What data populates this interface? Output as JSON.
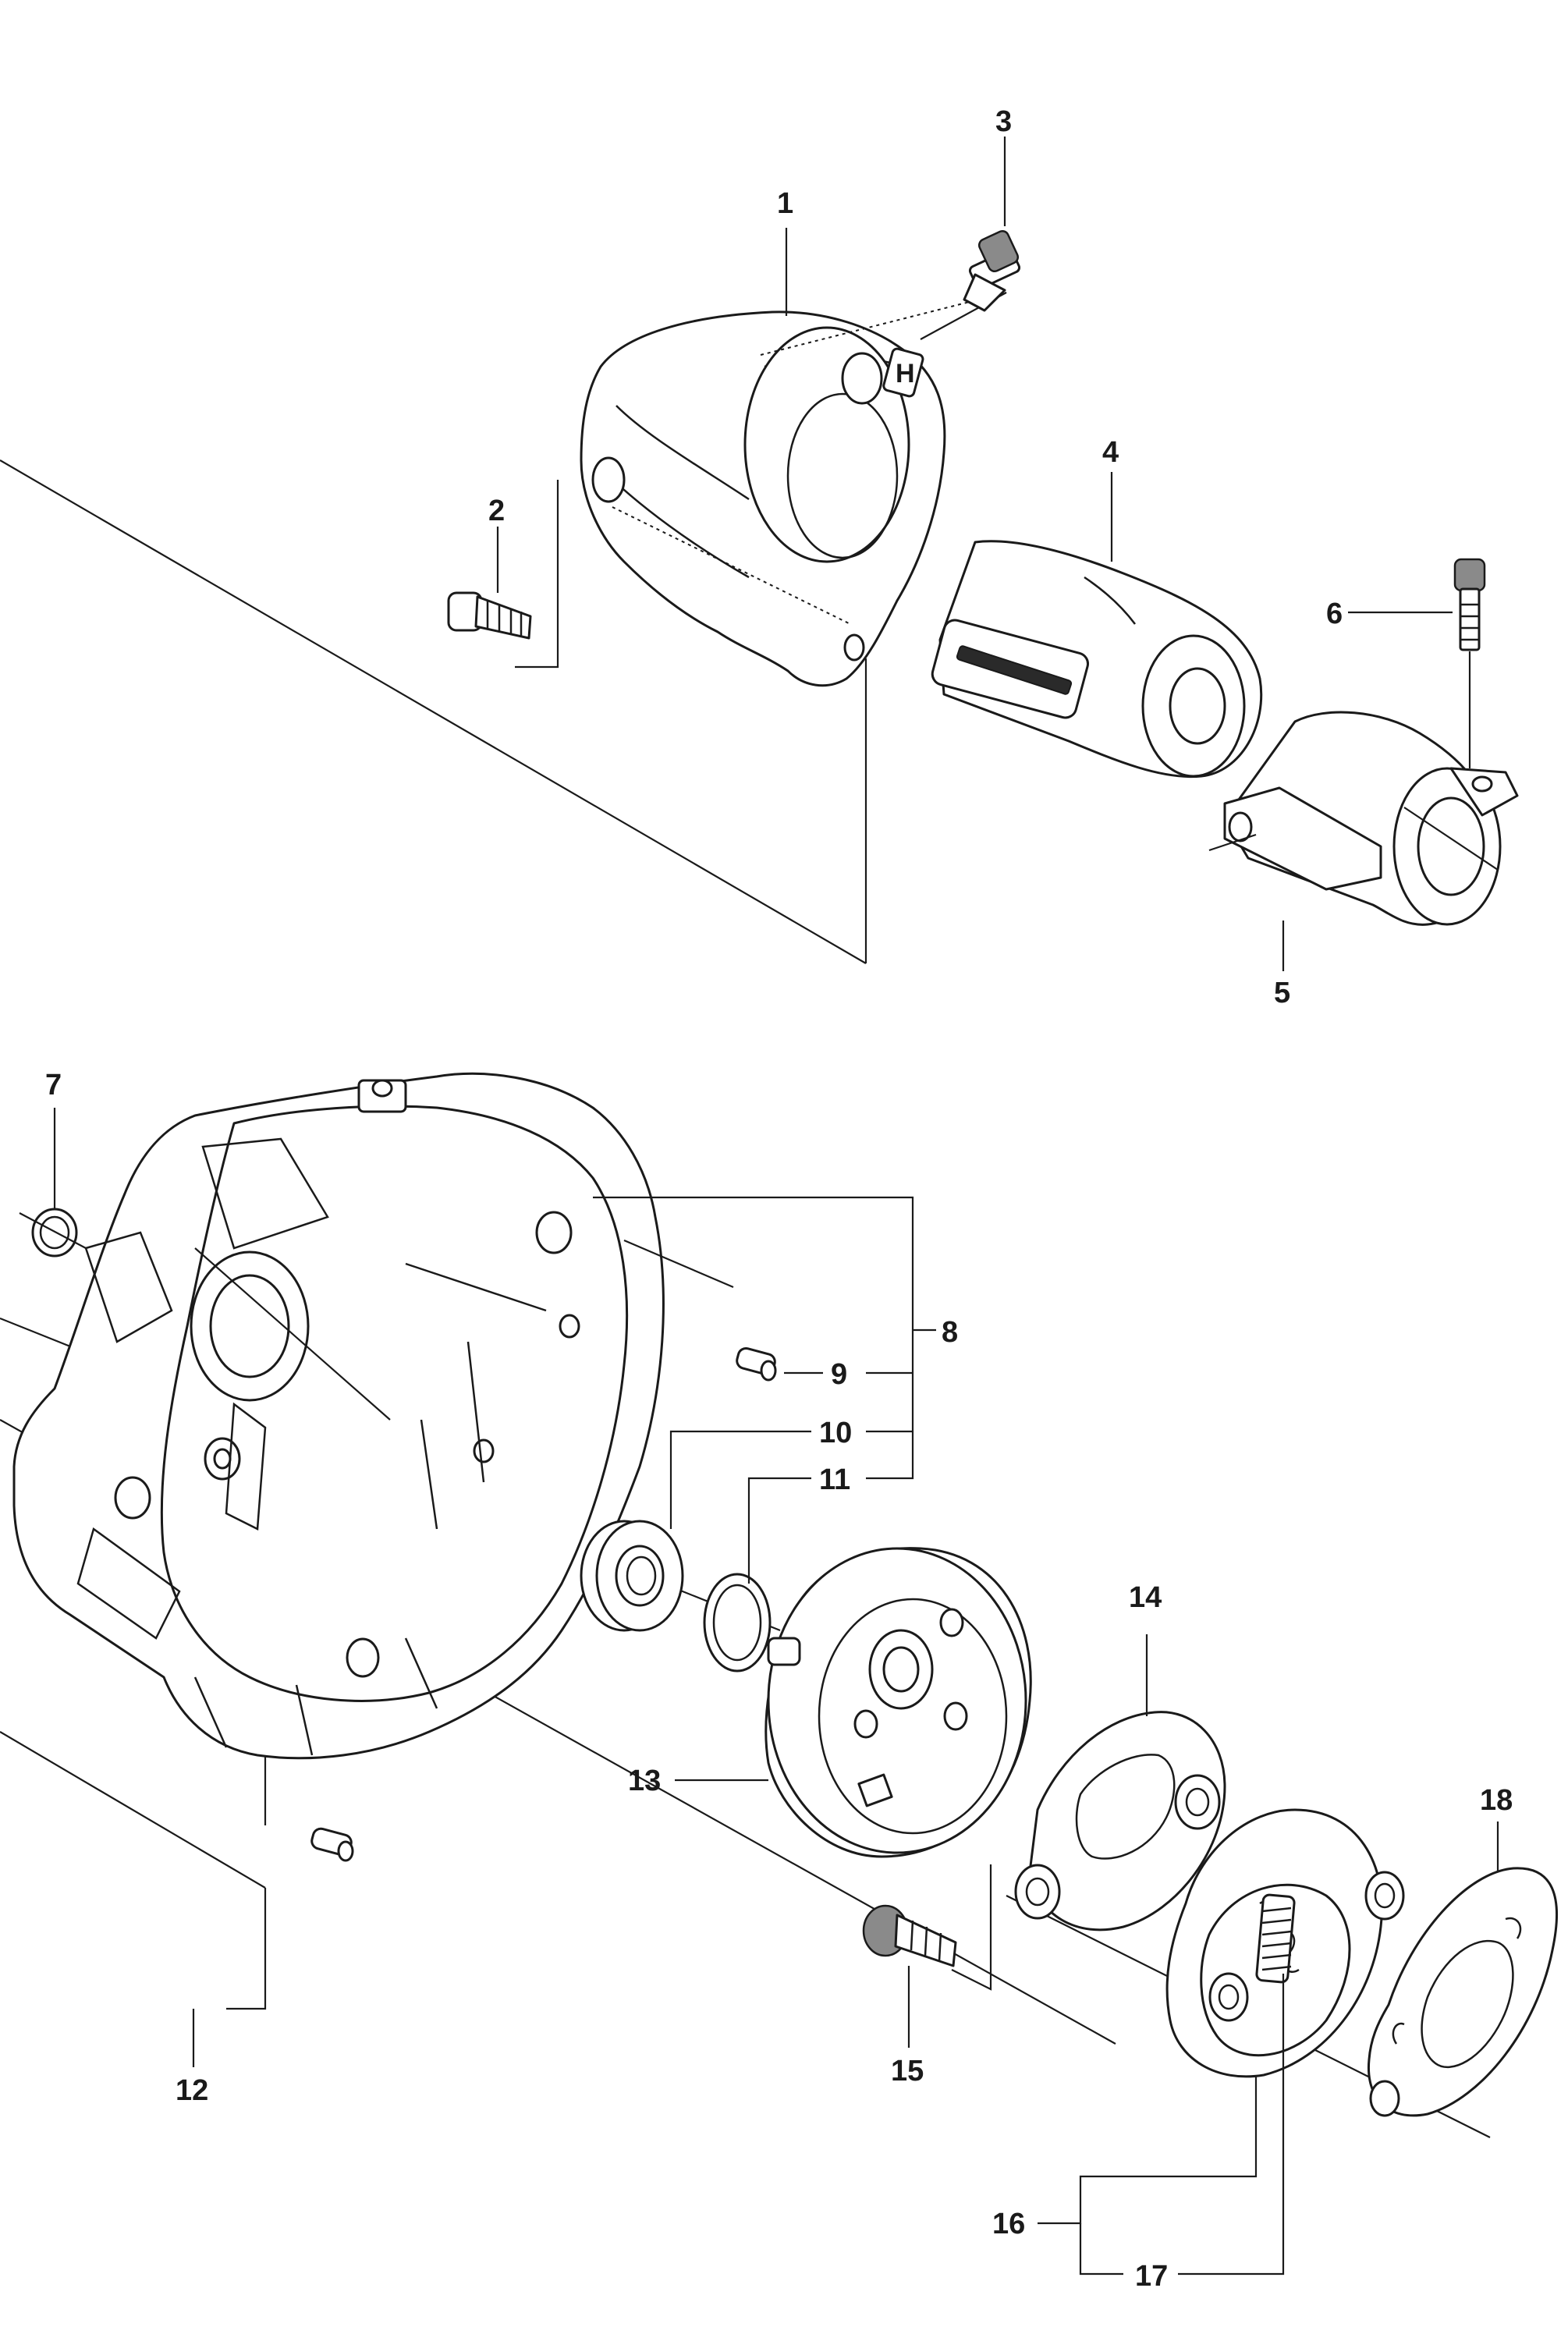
{
  "labels": {
    "p1": "1",
    "p2": "2",
    "p3": "3",
    "p4": "4",
    "p5": "5",
    "p6": "6",
    "p7": "7",
    "p8": "8",
    "p9": "9",
    "p10": "10",
    "p11": "11",
    "p12": "12",
    "p13": "13",
    "p14": "14",
    "p15": "15",
    "p16": "16",
    "p17": "17",
    "p18": "18"
  },
  "logo_text": "H"
}
